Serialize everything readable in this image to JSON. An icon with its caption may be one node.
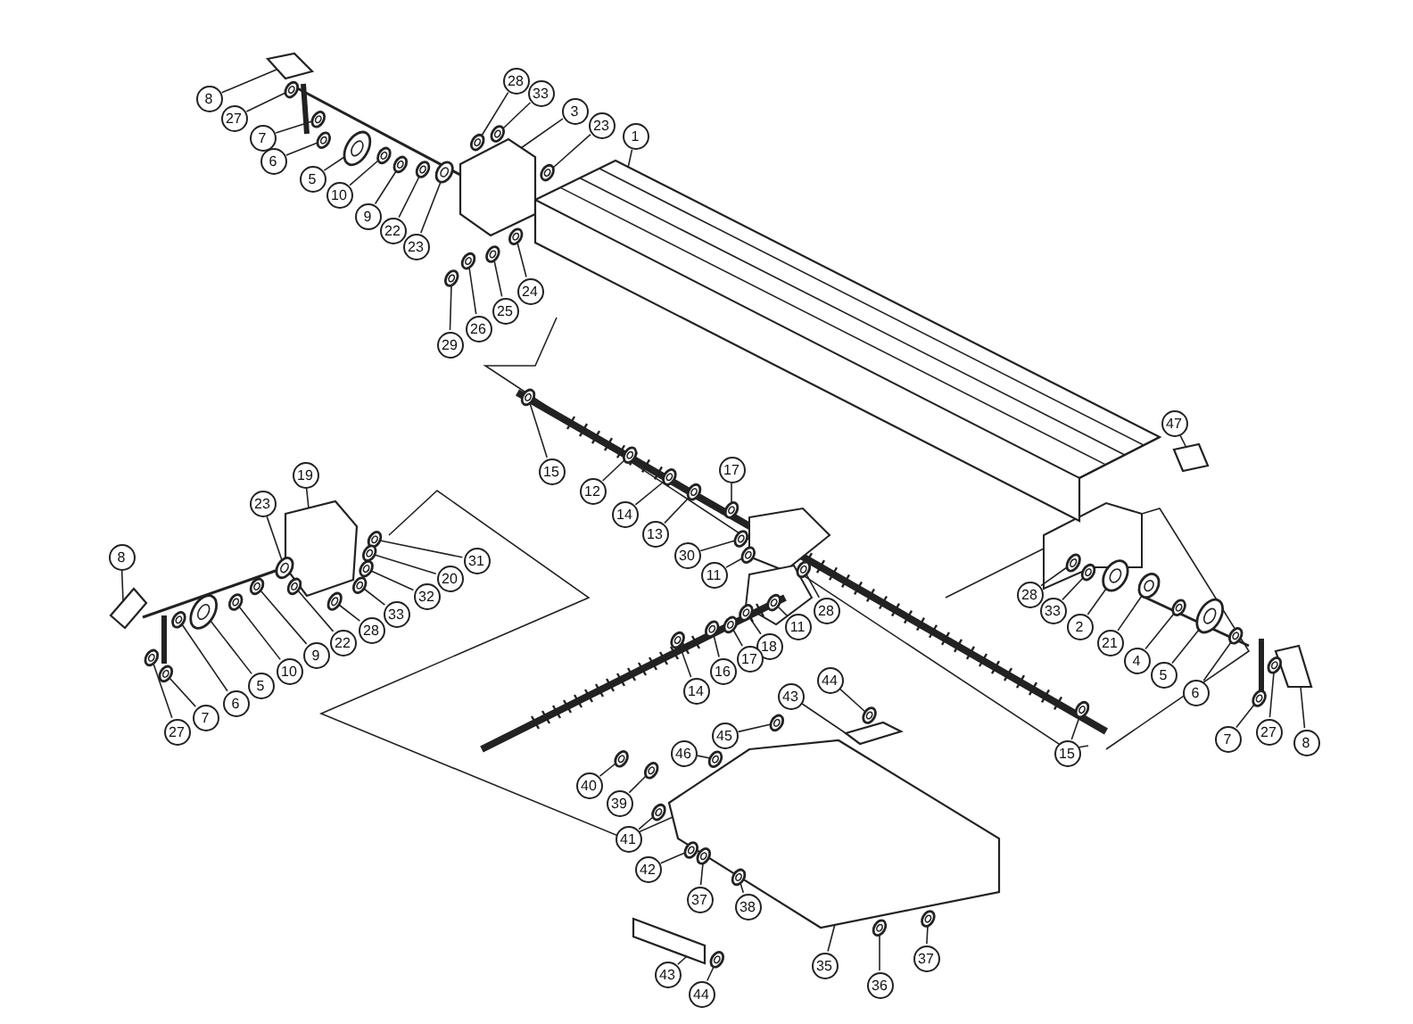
{
  "diagram": {
    "nodes": [
      {
        "text": [
          "8"
        ]
      },
      {
        "text": [
          "27"
        ]
      },
      {
        "text": [
          "7"
        ]
      },
      {
        "text": [
          "6"
        ]
      },
      {
        "text": [
          "5"
        ]
      },
      {
        "text": [
          "10"
        ]
      },
      {
        "text": [
          "9"
        ]
      },
      {
        "text": [
          "22"
        ]
      },
      {
        "text": [
          "23"
        ]
      },
      {
        "text": [
          "28"
        ]
      },
      {
        "text": [
          "33"
        ]
      },
      {
        "text": [
          "3"
        ]
      },
      {
        "text": [
          "23"
        ]
      },
      {
        "text": [
          "1"
        ]
      },
      {
        "text": [
          "24"
        ]
      },
      {
        "text": [
          "25"
        ]
      },
      {
        "text": [
          "26"
        ]
      },
      {
        "text": [
          "29"
        ]
      },
      {
        "text": [
          "19"
        ]
      },
      {
        "text": [
          "23"
        ]
      },
      {
        "text": [
          "8"
        ]
      },
      {
        "text": [
          "31"
        ]
      },
      {
        "text": [
          "20"
        ]
      },
      {
        "text": [
          "32"
        ]
      },
      {
        "text": [
          "33"
        ]
      },
      {
        "text": [
          "28"
        ]
      },
      {
        "text": [
          "22"
        ]
      },
      {
        "text": [
          "9"
        ]
      },
      {
        "text": [
          "10"
        ]
      },
      {
        "text": [
          "5"
        ]
      },
      {
        "text": [
          "6"
        ]
      },
      {
        "text": [
          "7"
        ]
      },
      {
        "text": [
          "27"
        ]
      },
      {
        "text": [
          "15"
        ]
      },
      {
        "text": [
          "12"
        ]
      },
      {
        "text": [
          "14"
        ]
      },
      {
        "text": [
          "13"
        ]
      },
      {
        "text": [
          "17"
        ]
      },
      {
        "text": [
          "30"
        ]
      },
      {
        "text": [
          "11"
        ]
      },
      {
        "text": [
          "28"
        ]
      },
      {
        "text": [
          "11"
        ]
      },
      {
        "text": [
          "18"
        ]
      },
      {
        "text": [
          "17"
        ]
      },
      {
        "text": [
          "16"
        ]
      },
      {
        "text": [
          "14"
        ]
      },
      {
        "text": [
          "47"
        ]
      },
      {
        "text": [
          "28"
        ]
      },
      {
        "text": [
          "33"
        ]
      },
      {
        "text": [
          "2"
        ]
      },
      {
        "text": [
          "21"
        ]
      },
      {
        "text": [
          "4"
        ]
      },
      {
        "text": [
          "5"
        ]
      },
      {
        "text": [
          "6"
        ]
      },
      {
        "text": [
          "7"
        ]
      },
      {
        "text": [
          "27"
        ]
      },
      {
        "text": [
          "8"
        ]
      },
      {
        "text": [
          "15"
        ]
      },
      {
        "text": [
          "44"
        ]
      },
      {
        "text": [
          "43"
        ]
      },
      {
        "text": [
          "45"
        ]
      },
      {
        "text": [
          "46"
        ]
      },
      {
        "text": [
          "40"
        ]
      },
      {
        "text": [
          "39"
        ]
      },
      {
        "text": [
          "41"
        ]
      },
      {
        "text": [
          "42"
        ]
      },
      {
        "text": [
          "37"
        ]
      },
      {
        "text": [
          "38"
        ]
      },
      {
        "text": [
          "35"
        ]
      },
      {
        "text": [
          "36"
        ]
      },
      {
        "text": [
          "37"
        ]
      },
      {
        "text": [
          "43"
        ]
      },
      {
        "text": [
          "44"
        ]
      },
      {
        "text": [],
        "shape": "picture"
      },
      {
        "text": [],
        "shape": "picture"
      },
      {
        "text": [],
        "shape": "picture"
      },
      {
        "text": [],
        "shape": "picture"
      },
      {
        "text": [],
        "shape": "picture"
      },
      {
        "text": [],
        "shape": "picture"
      },
      {
        "text": [],
        "shape": "picture"
      },
      {
        "text": [],
        "shape": "picture"
      },
      {
        "text": [],
        "shape": "picture"
      },
      {
        "text": [],
        "shape": "picture"
      },
      {
        "text": [],
        "shape": "picture"
      },
      {
        "text": [],
        "shape": "picture"
      },
      {
        "text": [],
        "shape": "picture"
      },
      {
        "text": [],
        "shape": "picture"
      },
      {
        "text": [],
        "shape": "picture"
      },
      {
        "text": [],
        "shape": "picture"
      },
      {
        "text": [],
        "shape": "picture"
      },
      {
        "text": [],
        "shape": "picture"
      },
      {
        "text": [],
        "shape": "picture"
      },
      {
        "text": [],
        "shape": "picture"
      },
      {
        "text": [],
        "shape": "picture"
      },
      {
        "text": [],
        "shape": "picture"
      },
      {
        "text": [],
        "shape": "picture"
      },
      {
        "text": [],
        "shape": "picture"
      },
      {
        "text": [],
        "shape": "picture"
      },
      {
        "text": [],
        "shape": "picture"
      },
      {
        "text": [],
        "shape": "picture"
      },
      {
        "text": [],
        "shape": "picture"
      },
      {
        "text": [],
        "shape": "picture"
      },
      {
        "text": [],
        "shape": "picture"
      },
      {
        "text": [],
        "shape": "picture"
      },
      {
        "text": [],
        "shape": "picture"
      },
      {
        "text": [],
        "shape": "picture"
      },
      {
        "text": [],
        "shape": "picture"
      },
      {
        "text": [],
        "shape": "picture"
      },
      {
        "text": [],
        "shape": "picture"
      },
      {
        "text": [],
        "shape": "picture"
      },
      {
        "text": [],
        "shape": "picture"
      },
      {
        "text": [],
        "shape": "picture"
      },
      {
        "text": [],
        "shape": "picture"
      },
      {
        "text": [],
        "shape": "picture"
      },
      {
        "text": [],
        "shape": "picture"
      },
      {
        "text": [],
        "shape": "picture"
      },
      {
        "text": [],
        "shape": "picture"
      },
      {
        "text": [],
        "shape": "picture"
      },
      {
        "text": [],
        "shape": "picture"
      },
      {
        "text": [],
        "shape": "picture"
      },
      {
        "text": [],
        "shape": "picture"
      },
      {
        "text": [],
        "shape": "picture"
      },
      {
        "text": [],
        "shape": "picture"
      },
      {
        "text": [],
        "shape": "picture"
      },
      {
        "text": [],
        "shape": "picture"
      },
      {
        "text": [],
        "shape": "picture"
      },
      {
        "text": [],
        "shape": "picture"
      },
      {
        "text": [],
        "shape": "picture"
      },
      {
        "text": [],
        "shape": "picture"
      },
      {
        "text": [],
        "shape": "picture"
      },
      {
        "text": [],
        "shape": "picture"
      },
      {
        "text": [],
        "shape": "picture"
      },
      {
        "text": [],
        "shape": "picture"
      },
      {
        "text": [],
        "shape": "picture"
      },
      {
        "text": [],
        "shape": "picture"
      },
      {
        "text": [],
        "shape": "picture"
      },
      {
        "text": [],
        "shape": "picture"
      },
      {
        "text": [],
        "shape": "picture"
      },
      {
        "text": [],
        "shape": "picture"
      },
      {
        "text": [],
        "shape": "picture"
      },
      {
        "text": [],
        "shape": "picture"
      },
      {
        "text": [],
        "shape": "picture"
      },
      {
        "text": [],
        "shape": "picture"
      },
      {
        "text": [],
        "shape": "picture"
      },
      {
        "text": [],
        "shape": "picture"
      },
      {
        "text": [],
        "shape": "picture"
      }
    ],
    "edges": [
      {
        "from": 0,
        "to": 73,
        "arrow": "none"
      },
      {
        "from": 1,
        "to": 74,
        "arrow": "none"
      },
      {
        "from": 2,
        "to": 75,
        "arrow": "none"
      },
      {
        "from": 3,
        "to": 76,
        "arrow": "none"
      },
      {
        "from": 4,
        "to": 77,
        "arrow": "none"
      },
      {
        "from": 5,
        "to": 78,
        "arrow": "none"
      },
      {
        "from": 6,
        "to": 79,
        "arrow": "none"
      },
      {
        "from": 7,
        "to": 80,
        "arrow": "none"
      },
      {
        "from": 8,
        "to": 81,
        "arrow": "none"
      },
      {
        "from": 9,
        "to": 82,
        "arrow": "none"
      },
      {
        "from": 10,
        "to": 83,
        "arrow": "none"
      },
      {
        "from": 11,
        "to": 84,
        "arrow": "none"
      },
      {
        "from": 12,
        "to": 85,
        "arrow": "none"
      },
      {
        "from": 13,
        "to": 86,
        "arrow": "none"
      },
      {
        "from": 14,
        "to": 87,
        "arrow": "none"
      },
      {
        "from": 15,
        "to": 88,
        "arrow": "none"
      },
      {
        "from": 16,
        "to": 89,
        "arrow": "none"
      },
      {
        "from": 17,
        "to": 90,
        "arrow": "none"
      },
      {
        "from": 18,
        "to": 91,
        "arrow": "none"
      },
      {
        "from": 19,
        "to": 92,
        "arrow": "none"
      },
      {
        "from": 20,
        "to": 93,
        "arrow": "none"
      },
      {
        "from": 21,
        "to": 94,
        "arrow": "none"
      },
      {
        "from": 22,
        "to": 95,
        "arrow": "none"
      },
      {
        "from": 23,
        "to": 96,
        "arrow": "none"
      },
      {
        "from": 24,
        "to": 97,
        "arrow": "none"
      },
      {
        "from": 25,
        "to": 98,
        "arrow": "none"
      },
      {
        "from": 26,
        "to": 99,
        "arrow": "none"
      },
      {
        "from": 27,
        "to": 100,
        "arrow": "none"
      },
      {
        "from": 28,
        "to": 101,
        "arrow": "none"
      },
      {
        "from": 29,
        "to": 102,
        "arrow": "none"
      },
      {
        "from": 30,
        "to": 103,
        "arrow": "none"
      },
      {
        "from": 31,
        "to": 104,
        "arrow": "none"
      },
      {
        "from": 32,
        "to": 105,
        "arrow": "none"
      },
      {
        "from": 33,
        "to": 106,
        "arrow": "none"
      },
      {
        "from": 34,
        "to": 107,
        "arrow": "none"
      },
      {
        "from": 35,
        "to": 108,
        "arrow": "none"
      },
      {
        "from": 36,
        "to": 109,
        "arrow": "none"
      },
      {
        "from": 37,
        "to": 110,
        "arrow": "none"
      },
      {
        "from": 38,
        "to": 111,
        "arrow": "none"
      },
      {
        "from": 39,
        "to": 112,
        "arrow": "none"
      },
      {
        "from": 40,
        "to": 113,
        "arrow": "none"
      },
      {
        "from": 41,
        "to": 114,
        "arrow": "none"
      },
      {
        "from": 42,
        "to": 115,
        "arrow": "none"
      },
      {
        "from": 43,
        "to": 116,
        "arrow": "none"
      },
      {
        "from": 44,
        "to": 117,
        "arrow": "none"
      },
      {
        "from": 45,
        "to": 118,
        "arrow": "none"
      },
      {
        "from": 46,
        "to": 119,
        "arrow": "none"
      },
      {
        "from": 47,
        "to": 120,
        "arrow": "none"
      },
      {
        "from": 48,
        "to": 121,
        "arrow": "none"
      },
      {
        "from": 49,
        "to": 122,
        "arrow": "none"
      },
      {
        "from": 50,
        "to": 123,
        "arrow": "none"
      },
      {
        "from": 51,
        "to": 124,
        "arrow": "none"
      },
      {
        "from": 52,
        "to": 125,
        "arrow": "none"
      },
      {
        "from": 53,
        "to": 126,
        "arrow": "none"
      },
      {
        "from": 54,
        "to": 127,
        "arrow": "none"
      },
      {
        "from": 55,
        "to": 128,
        "arrow": "none"
      },
      {
        "from": 56,
        "to": 129,
        "arrow": "none"
      },
      {
        "from": 57,
        "to": 130,
        "arrow": "none"
      },
      {
        "from": 58,
        "to": 131,
        "arrow": "none"
      },
      {
        "from": 59,
        "to": 132,
        "arrow": "none"
      },
      {
        "from": 60,
        "to": 133,
        "arrow": "none"
      },
      {
        "from": 61,
        "to": 134,
        "arrow": "none"
      },
      {
        "from": 62,
        "to": 135,
        "arrow": "none"
      },
      {
        "from": 63,
        "to": 136,
        "arrow": "none"
      },
      {
        "from": 64,
        "to": 137,
        "arrow": "none"
      },
      {
        "from": 65,
        "to": 138,
        "arrow": "none"
      },
      {
        "from": 66,
        "to": 139,
        "arrow": "none"
      },
      {
        "from": 67,
        "to": 140,
        "arrow": "none"
      },
      {
        "from": 68,
        "to": 141,
        "arrow": "none"
      },
      {
        "from": 69,
        "to": 142,
        "arrow": "none"
      },
      {
        "from": 70,
        "to": 143,
        "arrow": "none"
      },
      {
        "from": 71,
        "to": 144,
        "arrow": "none"
      },
      {
        "from": 72,
        "to": 145,
        "arrow": "none"
      }
    ]
  }
}
